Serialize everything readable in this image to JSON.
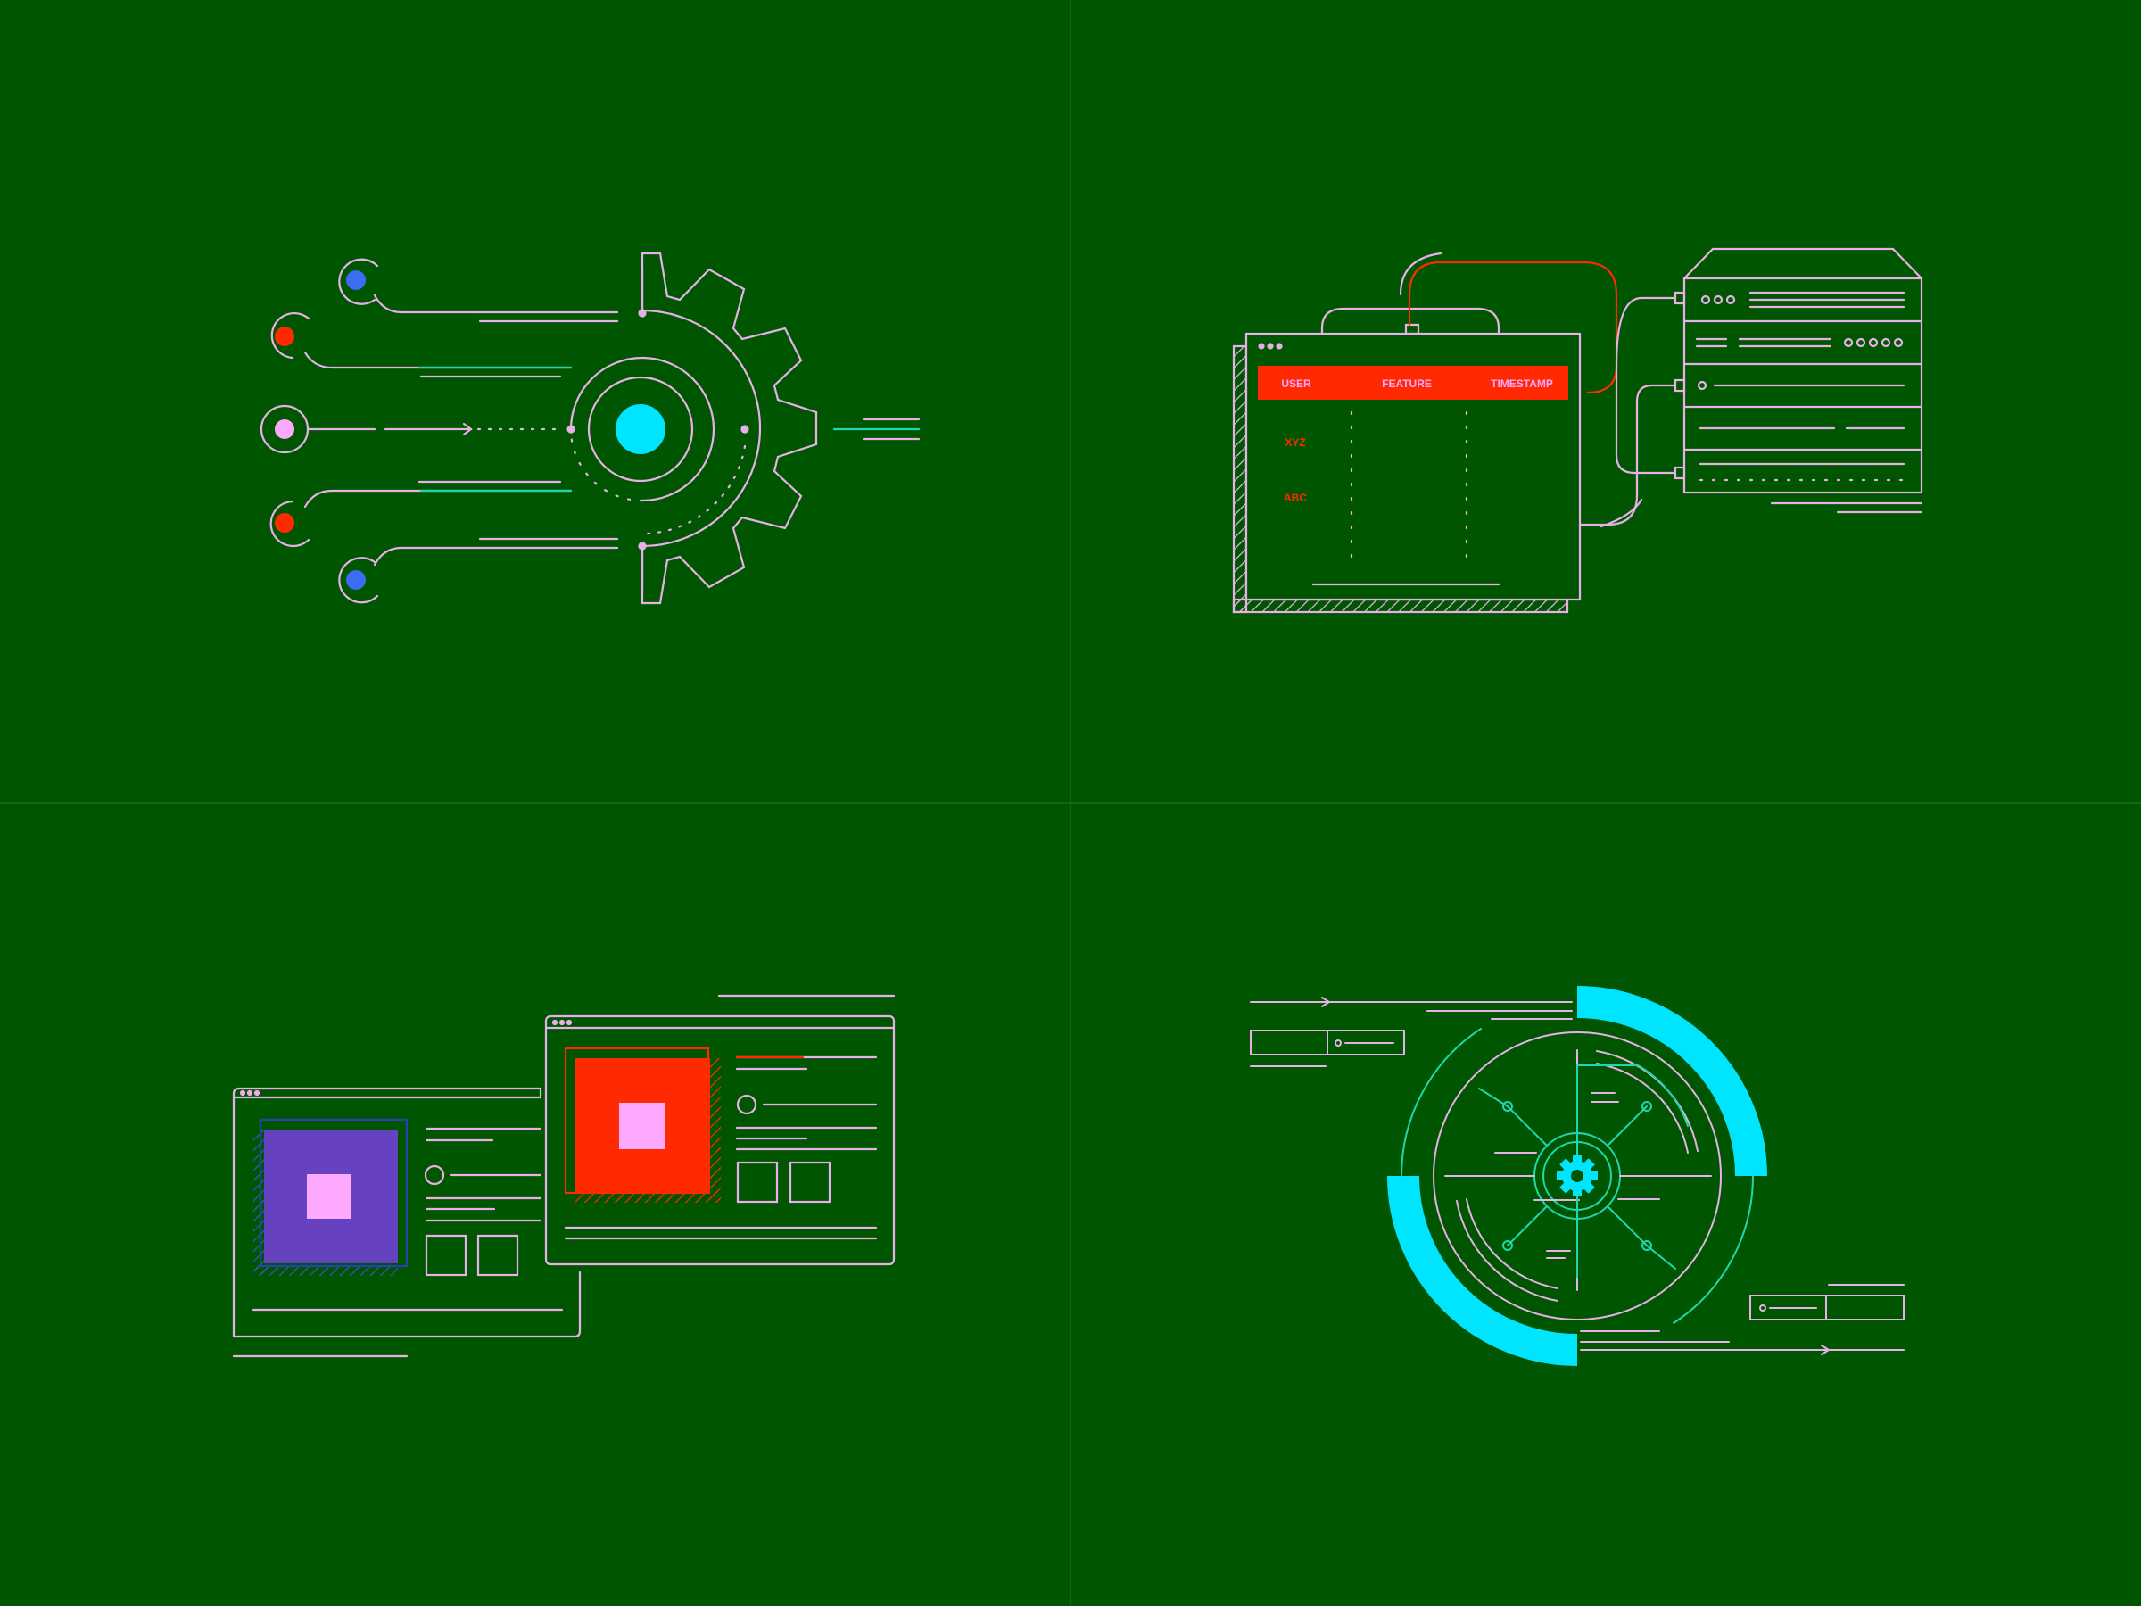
{
  "colors": {
    "background": "#005600",
    "line": "#e8b0e8",
    "divider": "#0f6a12",
    "cyan": "#00e5ff",
    "teal": "#1fd6b4",
    "red": "#ff2a00",
    "pink": "#ffa8ff",
    "blue": "#3d6cf5",
    "purple": "#6642c0",
    "navy": "#2b3fb0"
  },
  "panels": {
    "integration": {
      "icon": "gear-pipeline-icon"
    },
    "database": {
      "icon": "database-server-icon",
      "table": {
        "columns": [
          "USER",
          "FEATURE",
          "TIMESTAMP"
        ],
        "rows": [
          "XYZ",
          "ABC"
        ]
      }
    },
    "windows": {
      "icon": "browser-windows-icon"
    },
    "dashboard": {
      "icon": "gear-gauge-icon"
    }
  }
}
